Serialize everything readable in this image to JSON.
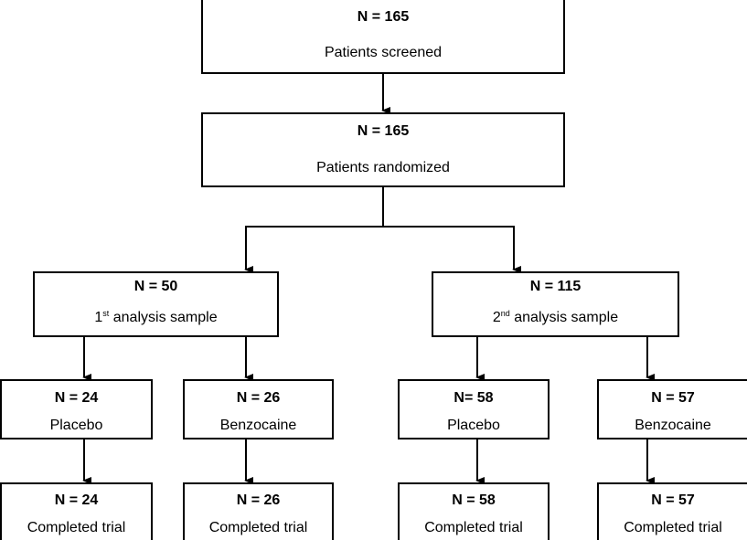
{
  "screened": {
    "n": "N = 165",
    "label": "Patients screened"
  },
  "randomized": {
    "n": "N = 165",
    "label": "Patients randomized"
  },
  "sample1": {
    "n": "N = 50",
    "ord_num": "1",
    "ord_suffix": "st",
    "label_rest": " analysis sample"
  },
  "sample2": {
    "n": "N = 115",
    "ord_num": "2",
    "ord_suffix": "nd",
    "label_rest": " analysis sample"
  },
  "s1_placebo": {
    "n": "N = 24",
    "label": "Placebo"
  },
  "s1_benzocaine": {
    "n": "N = 26",
    "label": "Benzocaine"
  },
  "s2_placebo": {
    "n": "N= 58",
    "label": "Placebo"
  },
  "s2_benzocaine": {
    "n": "N = 57",
    "label": "Benzocaine"
  },
  "s1_placebo_done": {
    "n": "N = 24",
    "label": "Completed trial"
  },
  "s1_benzocaine_done": {
    "n": "N = 26",
    "label": "Completed trial"
  },
  "s2_placebo_done": {
    "n": "N = 58",
    "label": "Completed trial"
  },
  "s2_benzocaine_done": {
    "n": "N = 57",
    "label": "Completed trial"
  }
}
